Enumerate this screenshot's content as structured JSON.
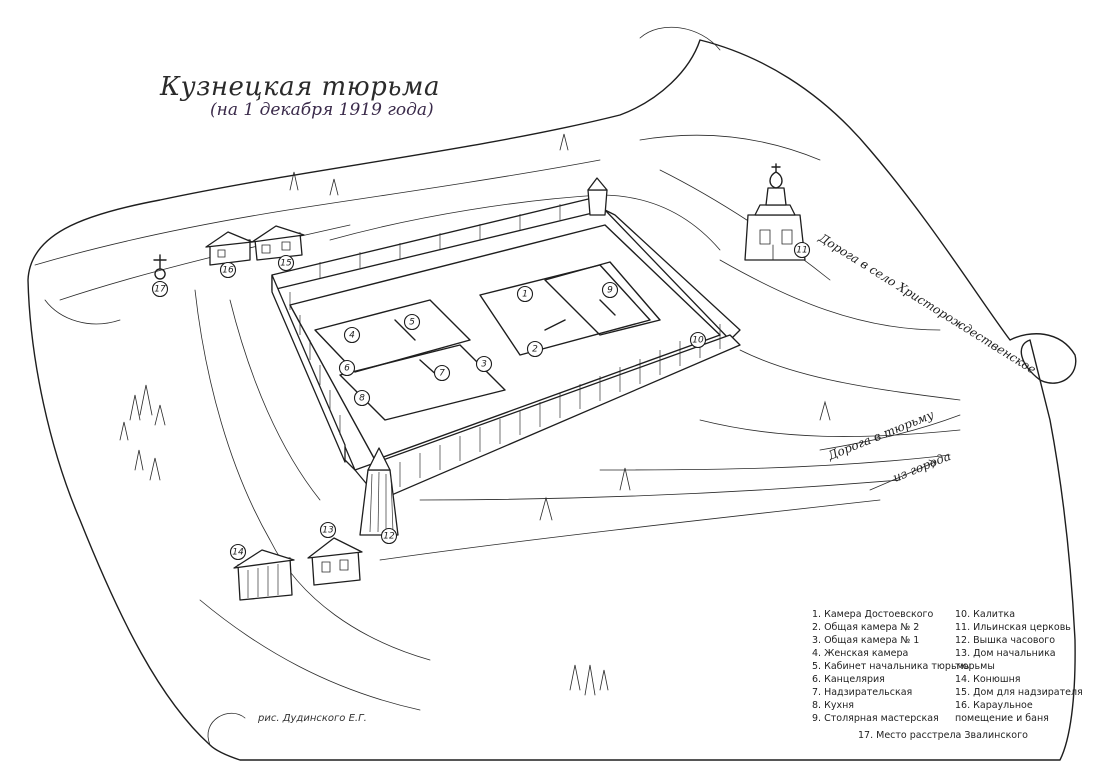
{
  "title": "Кузнецкая тюрьма",
  "subtitle": "(на 1 декабря 1919 года)",
  "road_village": "Дорога в село Христорождественское",
  "road_prison": "Дорога в тюрьму",
  "road_from_city": "из города",
  "credit": "рис. Дудинского Е.Г.",
  "legend_left": [
    "1. Камера Достоевского",
    "2. Общая камера № 2",
    "3. Общая камера № 1",
    "4. Женская камера",
    "5. Кабинет начальника тюрьмы",
    "6. Канцелярия",
    "7. Надзирательская",
    "8. Кухня",
    "9. Столярная мастерская"
  ],
  "legend_right": [
    "10. Калитка",
    "11. Ильинская церковь",
    "12. Вышка часового",
    "13. Дом начальника тюрьмы",
    "14. Конюшня",
    "15. Дом для надзирателя",
    "16. Караульное помещение и баня"
  ],
  "footnote": "17. Место расстрела Звалинского",
  "markers": [
    "1",
    "2",
    "3",
    "4",
    "5",
    "6",
    "7",
    "8",
    "9",
    "10",
    "11",
    "12",
    "13",
    "14",
    "15",
    "16",
    "17"
  ]
}
